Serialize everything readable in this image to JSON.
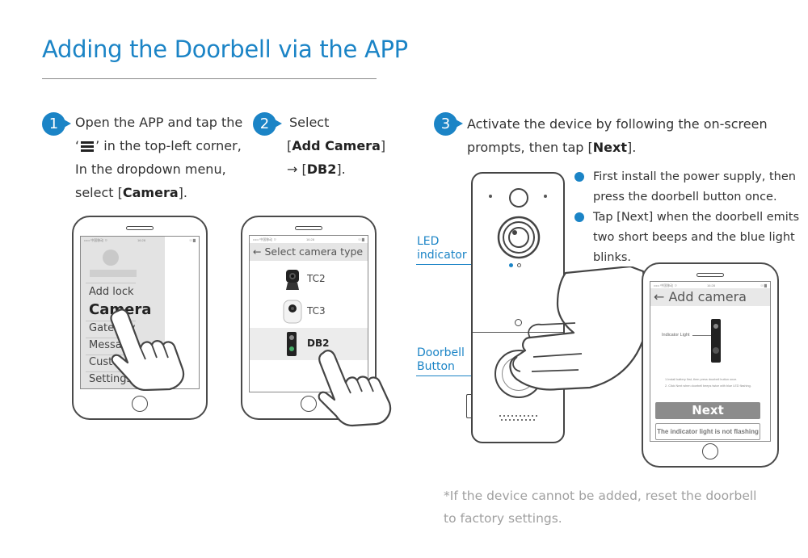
{
  "page": {
    "title": "Adding the Doorbell via the APP"
  },
  "steps": [
    {
      "number": "1",
      "text_a": "Open the APP and tap the",
      "text_b_pre": "‘",
      "text_b_post": "’  in the top-left corner,",
      "text_c": "In the dropdown menu,",
      "text_d_pre": "select [",
      "text_d_bold": "Camera",
      "text_d_post": "]."
    },
    {
      "number": "2",
      "text_a": "Select",
      "text_b_pre": "[",
      "text_b_bold": "Add Camera",
      "text_b_post": "]",
      "text_c_pre": "→ [",
      "text_c_bold": "DB2",
      "text_c_post": "]."
    },
    {
      "number": "3",
      "text_a": "Activate the device by following the on-screen",
      "text_b_pre": "prompts, then tap [",
      "text_b_bold": "Next",
      "text_b_post": "]."
    }
  ],
  "bullets": [
    {
      "line1": "First install the power supply, then",
      "line2": "press the doorbell button once."
    },
    {
      "line1": "Tap [Next] when the doorbell emits",
      "line2": "two short beeps and the blue light",
      "line3": "blinks."
    }
  ],
  "callouts": {
    "led_line1": "LED",
    "led_line2": "indicator",
    "button_line1": "Doorbell",
    "button_line2": "Button"
  },
  "phone1": {
    "status": "••••• 中国移动 ☉",
    "status_time": "16:28",
    "status_right": "☉ ▇",
    "menu_items": [
      "Add lock",
      "Camera",
      "Gateway",
      "Message",
      "Customer",
      "Settings"
    ]
  },
  "phone2": {
    "status": "••••• 中国移动 ☉",
    "status_time": "16:28",
    "status_right": "☉ ▇",
    "header_arrow": "←",
    "header_title": "Select camera type",
    "items": [
      "TC2",
      "TC3",
      "DB2"
    ]
  },
  "phone3": {
    "status": "••••• 中国移动 ☉",
    "status_time": "16:28",
    "status_right": "☉ ▇",
    "header_arrow": "←",
    "header_title": "Add camera",
    "indicator_label": "Indicator Light",
    "instruction_1": "1.Install battery first, then press doorbell button once.",
    "instruction_2": "2. Click Next when doorbell beeps twice with blue LED flashing.",
    "next_label": "Next",
    "not_flashing_label": "The indicator light is not flashing"
  },
  "note": {
    "line1": "*If the device cannot be added, reset the doorbell",
    "line2": "to factory settings."
  },
  "colors": {
    "accent": "#1b84c6",
    "text": "#333333",
    "note": "#a0a0a0",
    "outline": "#444444"
  }
}
